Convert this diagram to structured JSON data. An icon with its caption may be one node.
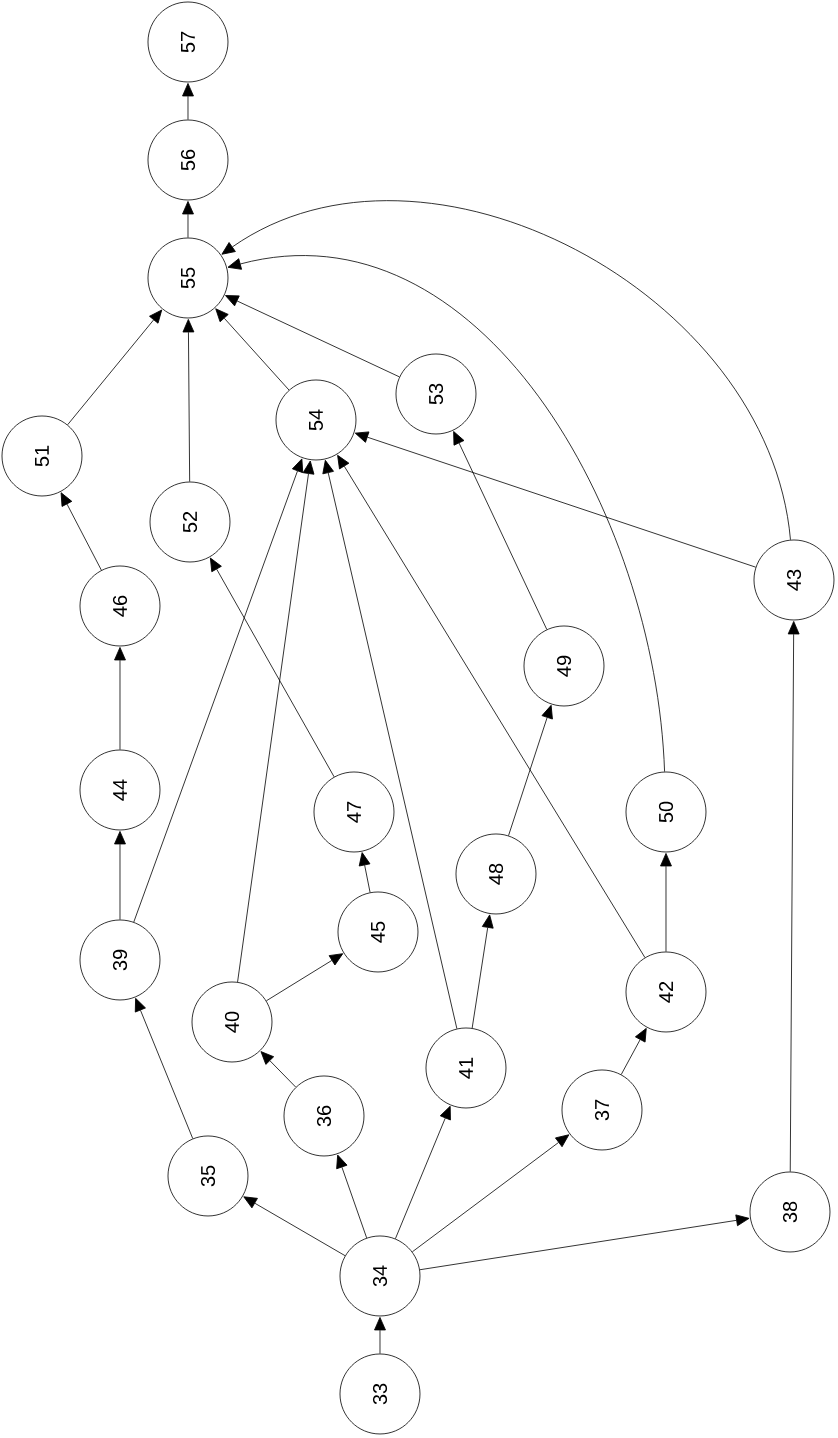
{
  "diagram": {
    "nodes": [
      {
        "text": [
          "33"
        ]
      },
      {
        "text": [
          "34"
        ]
      },
      {
        "text": [
          "35"
        ]
      },
      {
        "text": [
          "36"
        ]
      },
      {
        "text": [
          "37"
        ]
      },
      {
        "text": [
          "38"
        ]
      },
      {
        "text": [
          "39"
        ]
      },
      {
        "text": [
          "40"
        ]
      },
      {
        "text": [
          "41"
        ]
      },
      {
        "text": [
          "42"
        ]
      },
      {
        "text": [
          "43"
        ]
      },
      {
        "text": [
          "44"
        ]
      },
      {
        "text": [
          "45"
        ]
      },
      {
        "text": [
          "46"
        ]
      },
      {
        "text": [
          "47"
        ]
      },
      {
        "text": [
          "48"
        ]
      },
      {
        "text": [
          "49"
        ]
      },
      {
        "text": [
          "50"
        ]
      },
      {
        "text": [
          "51"
        ]
      },
      {
        "text": [
          "52"
        ]
      },
      {
        "text": [
          "53"
        ]
      },
      {
        "text": [
          "54"
        ]
      },
      {
        "text": [
          "55"
        ]
      },
      {
        "text": [
          "56"
        ]
      },
      {
        "text": [
          "57"
        ]
      }
    ],
    "edges": [
      {
        "from": 0,
        "to": 1,
        "arrow": "to"
      },
      {
        "from": 1,
        "to": 2,
        "arrow": "to"
      },
      {
        "from": 1,
        "to": 3,
        "arrow": "to"
      },
      {
        "from": 1,
        "to": 8,
        "arrow": "to"
      },
      {
        "from": 1,
        "to": 4,
        "arrow": "to"
      },
      {
        "from": 1,
        "to": 5,
        "arrow": "to"
      },
      {
        "from": 2,
        "to": 6,
        "arrow": "to"
      },
      {
        "from": 3,
        "to": 7,
        "arrow": "to"
      },
      {
        "from": 7,
        "to": 12,
        "arrow": "to"
      },
      {
        "from": 7,
        "to": 21,
        "arrow": "to"
      },
      {
        "from": 8,
        "to": 21,
        "arrow": "to"
      },
      {
        "from": 8,
        "to": 15,
        "arrow": "to"
      },
      {
        "from": 4,
        "to": 9,
        "arrow": "to"
      },
      {
        "from": 9,
        "to": 21,
        "arrow": "to"
      },
      {
        "from": 9,
        "to": 17,
        "arrow": "to"
      },
      {
        "from": 5,
        "to": 10,
        "arrow": "to"
      },
      {
        "from": 6,
        "to": 11,
        "arrow": "to"
      },
      {
        "from": 6,
        "to": 21,
        "arrow": "to"
      },
      {
        "from": 11,
        "to": 13,
        "arrow": "to"
      },
      {
        "from": 13,
        "to": 18,
        "arrow": "to"
      },
      {
        "from": 12,
        "to": 14,
        "arrow": "to"
      },
      {
        "from": 14,
        "to": 19,
        "arrow": "to"
      },
      {
        "from": 15,
        "to": 16,
        "arrow": "to"
      },
      {
        "from": 16,
        "to": 20,
        "arrow": "to"
      },
      {
        "from": 17,
        "to": 22,
        "arrow": "to"
      },
      {
        "from": 10,
        "to": 22,
        "arrow": "to"
      },
      {
        "from": 10,
        "to": 21,
        "arrow": "to"
      },
      {
        "from": 18,
        "to": 22,
        "arrow": "to"
      },
      {
        "from": 19,
        "to": 22,
        "arrow": "to"
      },
      {
        "from": 21,
        "to": 22,
        "arrow": "to"
      },
      {
        "from": 20,
        "to": 22,
        "arrow": "to"
      },
      {
        "from": 22,
        "to": 23,
        "arrow": "to"
      },
      {
        "from": 23,
        "to": 24,
        "arrow": "to"
      }
    ]
  }
}
